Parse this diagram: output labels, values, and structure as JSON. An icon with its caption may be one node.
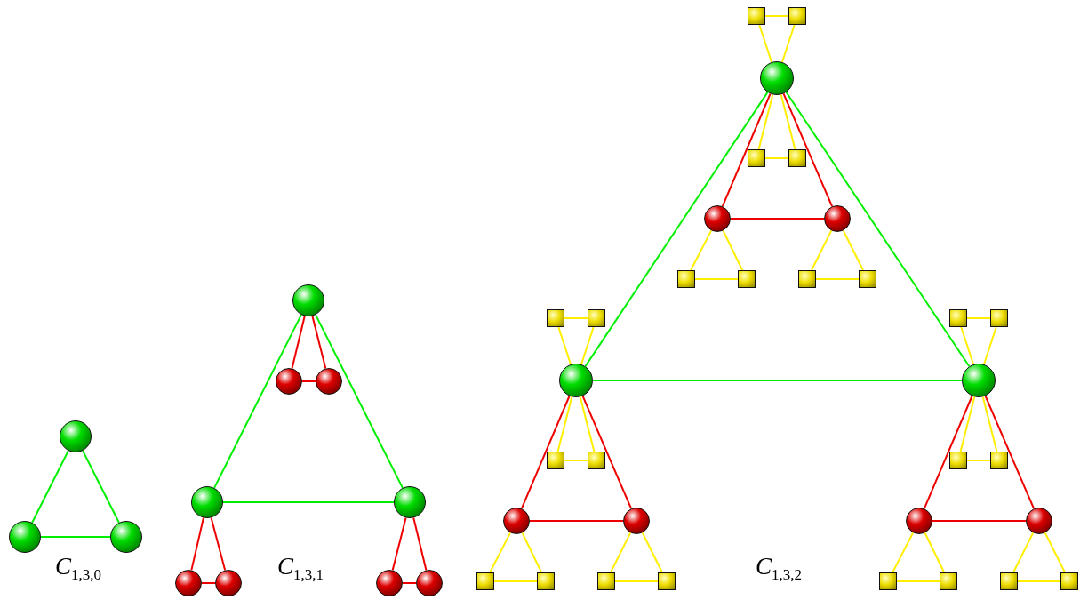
{
  "diagram": {
    "nodes": [
      {
        "text": [],
        "shape": "circle"
      },
      {
        "text": [],
        "shape": "circle"
      },
      {
        "text": [],
        "shape": "circle"
      },
      {
        "text": [],
        "shape": "circle"
      },
      {
        "text": [],
        "shape": "circle"
      },
      {
        "text": [],
        "shape": "circle"
      },
      {
        "text": [],
        "shape": "circle"
      },
      {
        "text": [],
        "shape": "circle"
      },
      {
        "text": [],
        "shape": "circle"
      },
      {
        "text": [],
        "shape": "circle"
      },
      {
        "text": [],
        "shape": "circle"
      },
      {
        "text": [],
        "shape": "circle"
      },
      {
        "text": [],
        "shape": "box"
      },
      {
        "text": [],
        "shape": "box"
      },
      {
        "text": [],
        "shape": "circle"
      },
      {
        "text": [],
        "shape": "box"
      },
      {
        "text": [],
        "shape": "box"
      },
      {
        "text": [],
        "shape": "circle"
      },
      {
        "text": [],
        "shape": "circle"
      },
      {
        "text": [],
        "shape": "box"
      },
      {
        "text": [],
        "shape": "box"
      },
      {
        "text": [],
        "shape": "box"
      },
      {
        "text": [],
        "shape": "box"
      },
      {
        "text": [],
        "shape": "box"
      },
      {
        "text": [],
        "shape": "box"
      },
      {
        "text": [],
        "shape": "circle"
      },
      {
        "text": [],
        "shape": "box"
      },
      {
        "text": [],
        "shape": "box"
      },
      {
        "text": [],
        "shape": "circle"
      },
      {
        "text": [],
        "shape": "circle"
      },
      {
        "text": [],
        "shape": "box"
      },
      {
        "text": [],
        "shape": "box"
      },
      {
        "text": [],
        "shape": "box"
      },
      {
        "text": [],
        "shape": "box"
      },
      {
        "text": [],
        "shape": "box"
      },
      {
        "text": [],
        "shape": "box"
      },
      {
        "text": [],
        "shape": "circle"
      },
      {
        "text": [],
        "shape": "box"
      },
      {
        "text": [],
        "shape": "box"
      },
      {
        "text": [],
        "shape": "circle"
      },
      {
        "text": [],
        "shape": "circle"
      },
      {
        "text": [],
        "shape": "box"
      },
      {
        "text": [],
        "shape": "box"
      },
      {
        "text": [],
        "shape": "box"
      },
      {
        "text": [],
        "shape": "box"
      }
    ],
    "edges": [
      {
        "from": 0,
        "to": 1,
        "arrow": "none",
        "color": "#00ee00"
      },
      {
        "from": 0,
        "to": 2,
        "arrow": "none",
        "color": "#00ee00"
      },
      {
        "from": 1,
        "to": 2,
        "arrow": "none",
        "color": "#00ee00"
      },
      {
        "from": 3,
        "to": 4,
        "arrow": "none",
        "color": "#00ee00"
      },
      {
        "from": 3,
        "to": 5,
        "arrow": "none",
        "color": "#00ee00"
      },
      {
        "from": 4,
        "to": 5,
        "arrow": "none",
        "color": "#00ee00"
      },
      {
        "from": 3,
        "to": 6,
        "arrow": "none",
        "color": "#ee0000"
      },
      {
        "from": 3,
        "to": 7,
        "arrow": "none",
        "color": "#ee0000"
      },
      {
        "from": 6,
        "to": 7,
        "arrow": "none",
        "color": "#ee0000"
      },
      {
        "from": 4,
        "to": 8,
        "arrow": "none",
        "color": "#ee0000"
      },
      {
        "from": 4,
        "to": 9,
        "arrow": "none",
        "color": "#ee0000"
      },
      {
        "from": 8,
        "to": 9,
        "arrow": "none",
        "color": "#ee0000"
      },
      {
        "from": 5,
        "to": 10,
        "arrow": "none",
        "color": "#ee0000"
      },
      {
        "from": 5,
        "to": 11,
        "arrow": "none",
        "color": "#ee0000"
      },
      {
        "from": 10,
        "to": 11,
        "arrow": "none",
        "color": "#ee0000"
      },
      {
        "from": 14,
        "to": 25,
        "arrow": "none",
        "color": "#00ee00"
      },
      {
        "from": 14,
        "to": 36,
        "arrow": "none",
        "color": "#00ee00"
      },
      {
        "from": 25,
        "to": 36,
        "arrow": "none",
        "color": "#00ee00"
      },
      {
        "from": 14,
        "to": 12,
        "arrow": "none"
      },
      {
        "from": 14,
        "to": 13,
        "arrow": "none"
      },
      {
        "from": 12,
        "to": 13,
        "arrow": "none"
      },
      {
        "from": 14,
        "to": 15,
        "arrow": "none"
      },
      {
        "from": 14,
        "to": 16,
        "arrow": "none"
      },
      {
        "from": 15,
        "to": 16,
        "arrow": "none"
      },
      {
        "from": 14,
        "to": 17,
        "arrow": "none",
        "color": "#ee0000"
      },
      {
        "from": 14,
        "to": 18,
        "arrow": "none",
        "color": "#ee0000"
      },
      {
        "from": 17,
        "to": 18,
        "arrow": "none",
        "color": "#ee0000"
      },
      {
        "from": 17,
        "to": 19,
        "arrow": "none"
      },
      {
        "from": 17,
        "to": 20,
        "arrow": "none"
      },
      {
        "from": 19,
        "to": 20,
        "arrow": "none"
      },
      {
        "from": 18,
        "to": 21,
        "arrow": "none"
      },
      {
        "from": 18,
        "to": 22,
        "arrow": "none"
      },
      {
        "from": 21,
        "to": 22,
        "arrow": "none"
      },
      {
        "from": 25,
        "to": 23,
        "arrow": "none"
      },
      {
        "from": 25,
        "to": 24,
        "arrow": "none"
      },
      {
        "from": 23,
        "to": 24,
        "arrow": "none"
      },
      {
        "from": 25,
        "to": 26,
        "arrow": "none"
      },
      {
        "from": 25,
        "to": 27,
        "arrow": "none"
      },
      {
        "from": 26,
        "to": 27,
        "arrow": "none"
      },
      {
        "from": 25,
        "to": 28,
        "arrow": "none",
        "color": "#ee0000"
      },
      {
        "from": 25,
        "to": 29,
        "arrow": "none",
        "color": "#ee0000"
      },
      {
        "from": 28,
        "to": 29,
        "arrow": "none",
        "color": "#ee0000"
      },
      {
        "from": 28,
        "to": 30,
        "arrow": "none"
      },
      {
        "from": 28,
        "to": 31,
        "arrow": "none"
      },
      {
        "from": 30,
        "to": 31,
        "arrow": "none"
      },
      {
        "from": 29,
        "to": 32,
        "arrow": "none"
      },
      {
        "from": 29,
        "to": 33,
        "arrow": "none"
      },
      {
        "from": 32,
        "to": 33,
        "arrow": "none"
      },
      {
        "from": 36,
        "to": 34,
        "arrow": "none"
      },
      {
        "from": 36,
        "to": 35,
        "arrow": "none"
      },
      {
        "from": 34,
        "to": 35,
        "arrow": "none"
      },
      {
        "from": 36,
        "to": 37,
        "arrow": "none"
      },
      {
        "from": 36,
        "to": 38,
        "arrow": "none"
      },
      {
        "from": 37,
        "to": 38,
        "arrow": "none"
      },
      {
        "from": 36,
        "to": 39,
        "arrow": "none",
        "color": "#ee0000"
      },
      {
        "from": 36,
        "to": 40,
        "arrow": "none",
        "color": "#ee0000"
      },
      {
        "from": 39,
        "to": 40,
        "arrow": "none",
        "color": "#ee0000"
      },
      {
        "from": 39,
        "to": 41,
        "arrow": "none"
      },
      {
        "from": 39,
        "to": 42,
        "arrow": "none"
      },
      {
        "from": 41,
        "to": 42,
        "arrow": "none"
      },
      {
        "from": 40,
        "to": 43,
        "arrow": "none"
      },
      {
        "from": 40,
        "to": 44,
        "arrow": "none"
      },
      {
        "from": 43,
        "to": 44,
        "arrow": "none"
      }
    ],
    "labels": [
      "*C*$_{1,3,0}$",
      "*C*$_{1,3,1}$",
      "*C*$_{1,3,2}$"
    ]
  }
}
